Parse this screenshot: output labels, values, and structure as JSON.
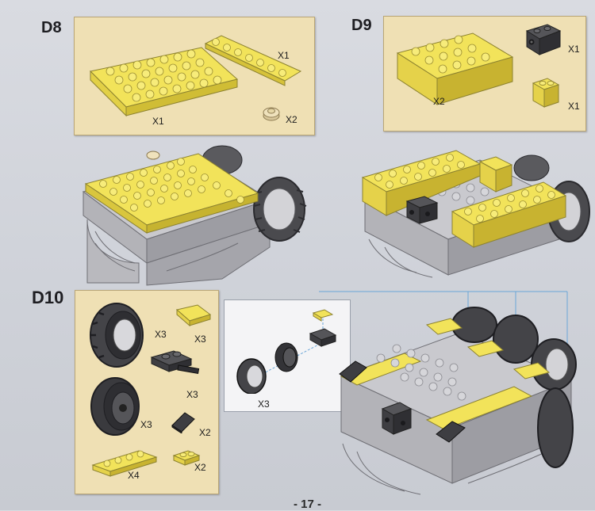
{
  "steps": {
    "d8": {
      "label": "D8",
      "parts": {
        "plate_large_qty": "X1",
        "plate_long_qty": "X1",
        "round_qty": "X2"
      }
    },
    "d9": {
      "label": "D9",
      "parts": {
        "long_brick_qty": "X2",
        "dark_brick_qty": "X1",
        "small_brick_qty": "X1"
      }
    },
    "d10": {
      "label": "D10",
      "parts": {
        "wheel_qty": "X3",
        "tile_qty": "X3",
        "axle_brick_qty": "X3",
        "rim_qty": "X3",
        "slope_qty": "X2",
        "plate_1x4_qty": "X4",
        "plate_1x2_qty": "X2",
        "assembly_qty": "X3"
      }
    }
  },
  "page_number": "- 17 -",
  "colors": {
    "panel": "#efe0b4",
    "yellow": "#f2e35a",
    "grey": "#b7b7bc",
    "dark": "#3a3a3e"
  }
}
